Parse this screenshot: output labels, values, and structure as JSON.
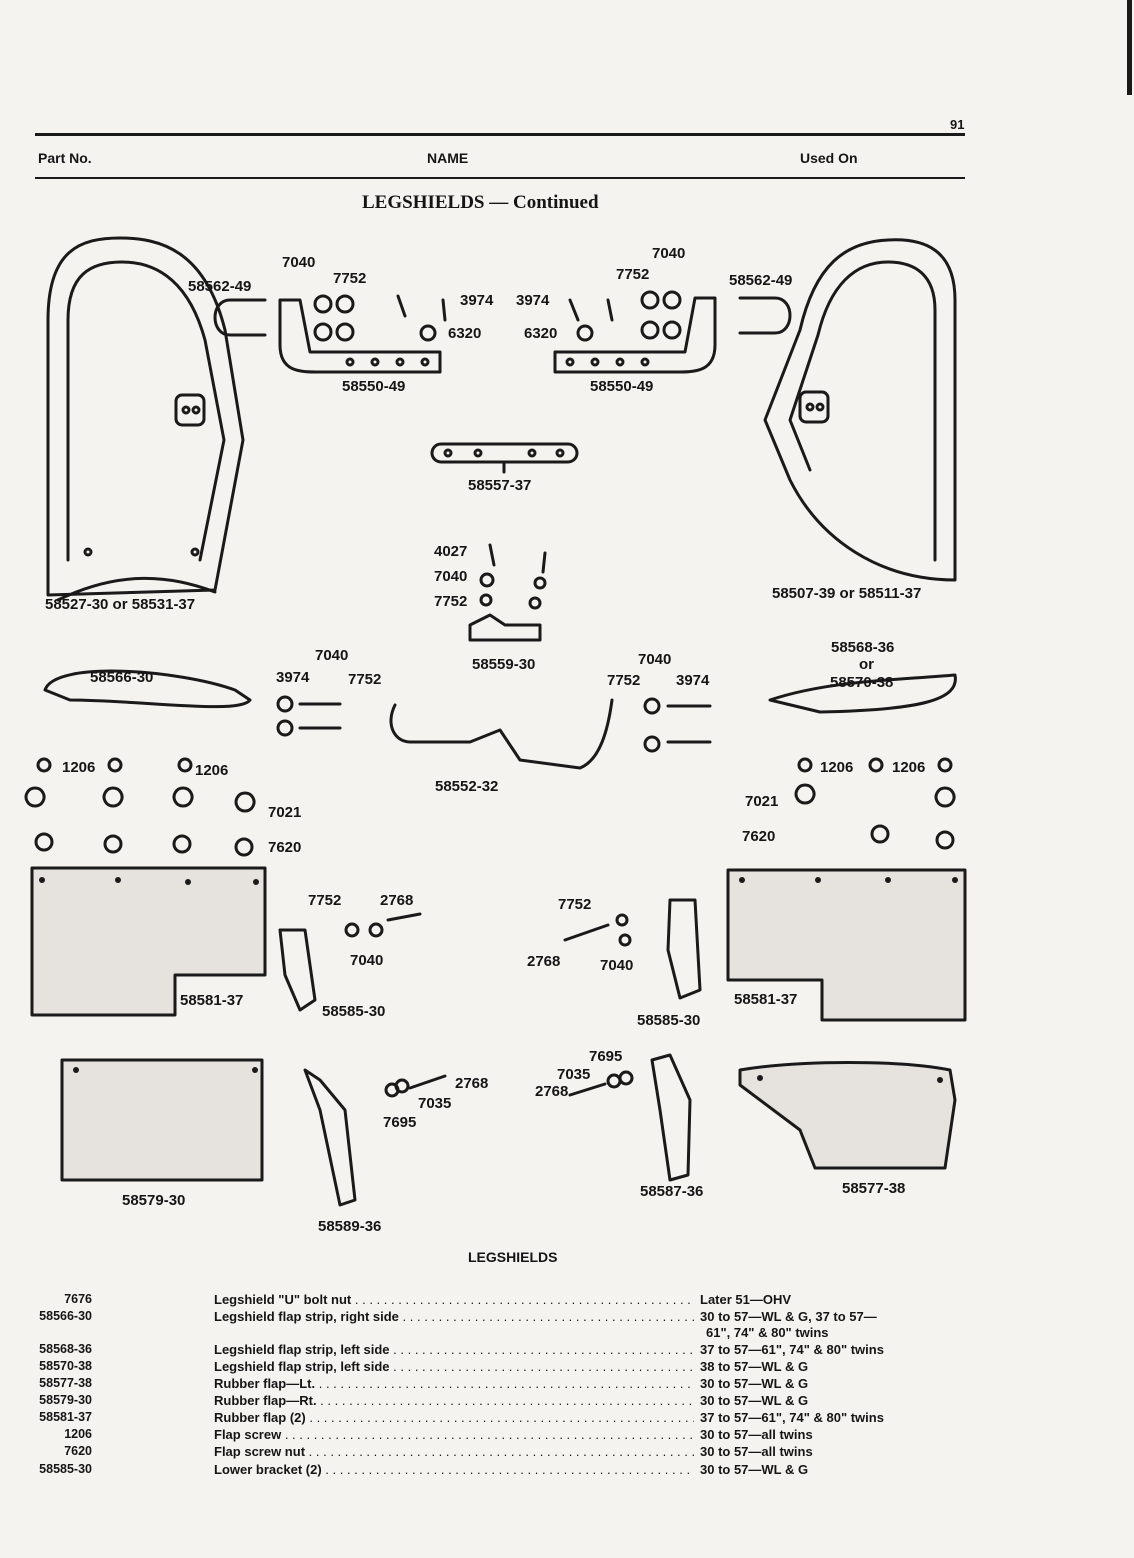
{
  "page_number": "91",
  "header": {
    "part_no": "Part No.",
    "name": "NAME",
    "used_on": "Used On"
  },
  "section_title": "LEGSHIELDS — Continued",
  "diagram_labels": [
    "7040",
    "7752",
    "58562-49",
    "3974",
    "6320",
    "58550-49",
    "3974",
    "7752",
    "7040",
    "58562-49",
    "6320",
    "58550-49",
    "58557-37",
    "58527-30 or 58531-37",
    "58507-39 or 58511-37",
    "4027",
    "7040",
    "7752",
    "58559-30",
    "58566-30",
    "7040",
    "3974",
    "7752",
    "58552-32",
    "58568-36",
    "or",
    "58570-38",
    "7040",
    "7752",
    "3974",
    "1206",
    "1206",
    "7021",
    "7620",
    "1206",
    "1206",
    "7021",
    "7620",
    "7752",
    "2768",
    "7040",
    "58581-37",
    "58585-30",
    "7752",
    "2768",
    "7040",
    "58585-30",
    "58581-37",
    "7695",
    "7035",
    "2768",
    "2768",
    "7035",
    "7695",
    "58579-30",
    "58589-36",
    "58587-36",
    "58577-38"
  ],
  "list_title": "LEGSHIELDS",
  "parts": [
    {
      "part_no": "7676",
      "name": "Legshield \"U\" bolt nut",
      "used_on": [
        "Later 51—OHV"
      ]
    },
    {
      "part_no": "58566-30",
      "name": "Legshield flap strip, right side",
      "used_on": [
        "30 to 57—WL & G, 37 to 57—",
        "61\", 74\" & 80\" twins"
      ]
    },
    {
      "part_no": "58568-36",
      "name": "Legshield flap strip, left side",
      "used_on": [
        "37 to 57—61\", 74\" & 80\" twins"
      ]
    },
    {
      "part_no": "58570-38",
      "name": "Legshield flap strip, left side",
      "used_on": [
        "38 to 57—WL & G"
      ]
    },
    {
      "part_no": "58577-38",
      "name": "Rubber flap—Lt.",
      "used_on": [
        "30 to 57—WL & G"
      ]
    },
    {
      "part_no": "58579-30",
      "name": "Rubber flap—Rt.",
      "used_on": [
        "30 to 57—WL & G"
      ]
    },
    {
      "part_no": "58581-37",
      "name": "Rubber flap (2)",
      "used_on": [
        "37 to 57—61\", 74\" & 80\" twins"
      ]
    },
    {
      "part_no": "1206",
      "name": "Flap screw",
      "used_on": [
        "30 to 57—all twins"
      ]
    },
    {
      "part_no": "7620",
      "name": "Flap screw nut",
      "used_on": [
        "30 to 57—all twins"
      ]
    },
    {
      "part_no": "58585-30",
      "name": "Lower bracket (2)",
      "used_on": [
        "30 to 57—WL & G"
      ]
    }
  ]
}
